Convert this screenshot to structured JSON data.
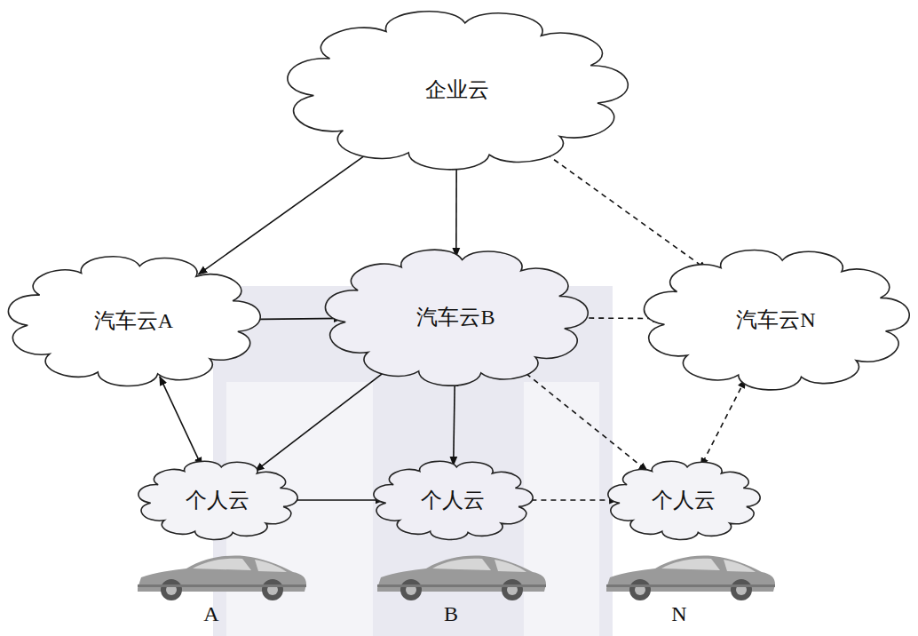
{
  "diagram": {
    "nodes": [
      {
        "text": [
          "企业云"
        ]
      },
      {
        "text": [
          "汽车云A"
        ]
      },
      {
        "text": [
          "汽车云B"
        ]
      },
      {
        "text": [
          "汽车云N"
        ]
      },
      {
        "text": [
          "个人云"
        ]
      },
      {
        "text": [
          "个人云"
        ]
      },
      {
        "text": [
          "个人云"
        ]
      }
    ],
    "edges": [
      {
        "from": 0,
        "to": 1,
        "arrow": "both"
      },
      {
        "from": 0,
        "to": 2,
        "arrow": "both"
      },
      {
        "from": 0,
        "to": 3,
        "arrow": "both"
      },
      {
        "from": 1,
        "to": 2,
        "arrow": "both"
      },
      {
        "from": 2,
        "to": 3,
        "arrow": "both"
      },
      {
        "from": 1,
        "to": 4,
        "arrow": "both"
      },
      {
        "from": 2,
        "to": 4,
        "arrow": "both"
      },
      {
        "from": 2,
        "to": 5,
        "arrow": "both"
      },
      {
        "from": 2,
        "to": 6,
        "arrow": "both"
      },
      {
        "from": 3,
        "to": 6,
        "arrow": "both"
      },
      {
        "from": 4,
        "to": 5,
        "arrow": "both"
      },
      {
        "from": 5,
        "to": 6,
        "arrow": "both"
      }
    ],
    "labels": [
      "A",
      "B",
      "N"
    ]
  }
}
